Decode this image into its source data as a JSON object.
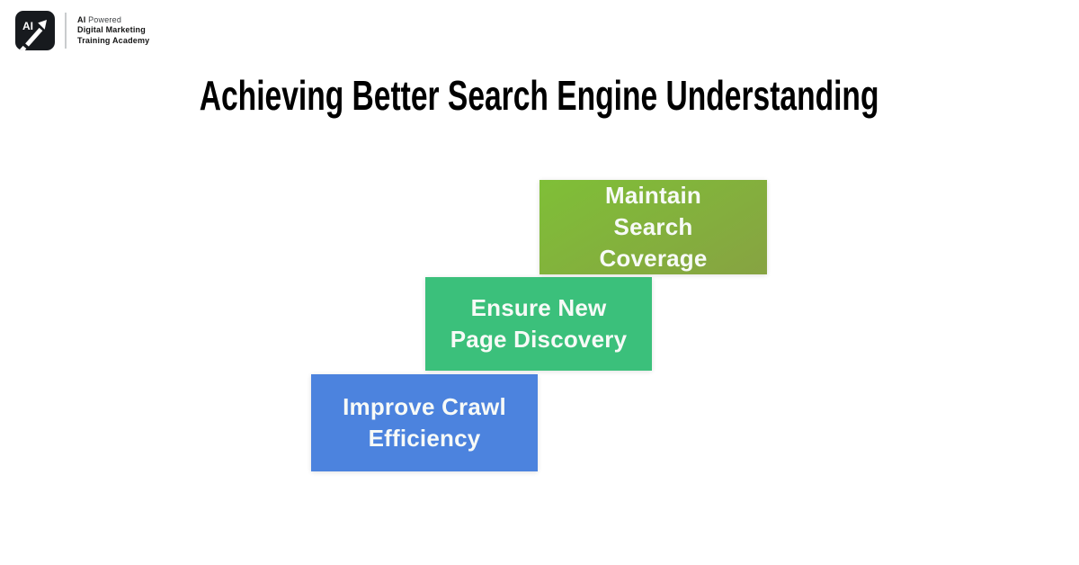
{
  "title": "Achieving Better Search Engine Understanding",
  "logo": {
    "mark_text": "AI",
    "tagline_bold": "AI",
    "tagline_rest": " Powered",
    "name_line1": "Digital Marketing",
    "name_line2": "Training Academy"
  },
  "diagram": {
    "text_color": "#f7faf7",
    "steps": [
      {
        "id": "improve-crawl-efficiency",
        "lines": [
          "Improve Crawl",
          "Efficiency"
        ],
        "fill": "#4c83de"
      },
      {
        "id": "ensure-new-page-discovery",
        "lines": [
          "Ensure New",
          "Page Discovery"
        ],
        "fill": "#3bc07b"
      },
      {
        "id": "maintain-search-coverage",
        "lines": [
          "Maintain",
          "Search",
          "Coverage"
        ],
        "fill": {
          "from": "#7fbf37",
          "to": "#87a342"
        }
      }
    ]
  }
}
